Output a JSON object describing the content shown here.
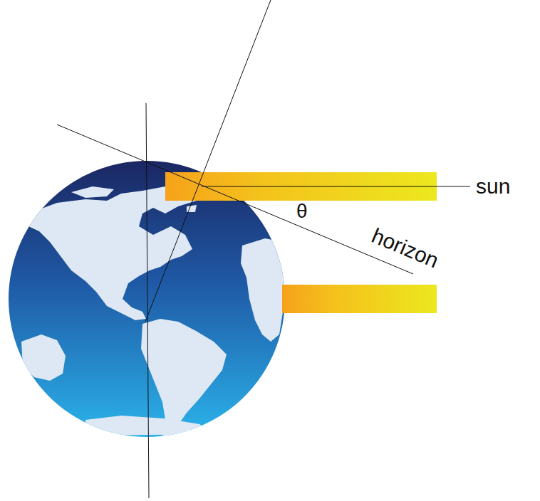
{
  "diagram": {
    "labels": [
      "sun",
      "θ",
      "horizon"
    ]
  }
}
